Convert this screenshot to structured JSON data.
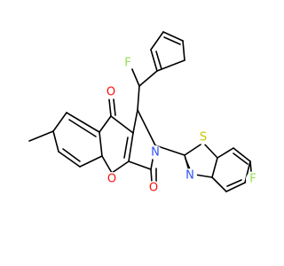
{
  "molecule": {
    "atoms": [
      {
        "id": "O1",
        "label": "O",
        "color": "#ff0d0d"
      },
      {
        "id": "O2",
        "label": "O",
        "color": "#ff0d0d"
      },
      {
        "id": "O3",
        "label": "O",
        "color": "#ff0d0d"
      },
      {
        "id": "N1",
        "label": "N",
        "color": "#3050f8"
      },
      {
        "id": "N2",
        "label": "N",
        "color": "#3050f8"
      },
      {
        "id": "S1",
        "label": "S",
        "color": "#c6c600"
      },
      {
        "id": "F1",
        "label": "F",
        "color": "#90e050"
      },
      {
        "id": "F2",
        "label": "F",
        "color": "#90e050"
      }
    ]
  }
}
